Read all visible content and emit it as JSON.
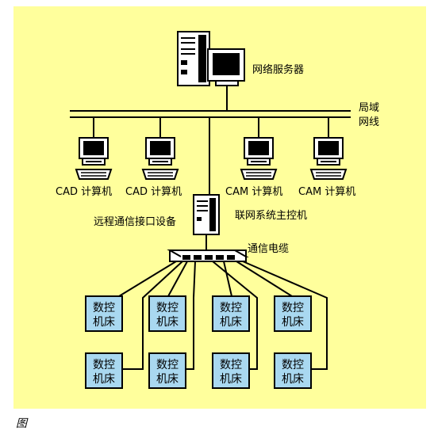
{
  "diagram": {
    "server_label": "网络服务器",
    "lan_label_line1": "局域",
    "lan_label_line2": "网线",
    "workstations": [
      {
        "label": "CAD 计算机"
      },
      {
        "label": "CAD 计算机"
      },
      {
        "label": "CAM 计算机"
      },
      {
        "label": "CAM 计算机"
      }
    ],
    "interface_label": "远程通信接口设备",
    "host_label": "联网系统主控机",
    "cable_label": "通信电缆",
    "cnc_line1": "数控",
    "cnc_line2": "机床",
    "cnc_count": 8
  },
  "caption": "图",
  "colors": {
    "background": "#ffff9c",
    "cnc_fill": "#a9d8f0",
    "line": "#000000"
  }
}
